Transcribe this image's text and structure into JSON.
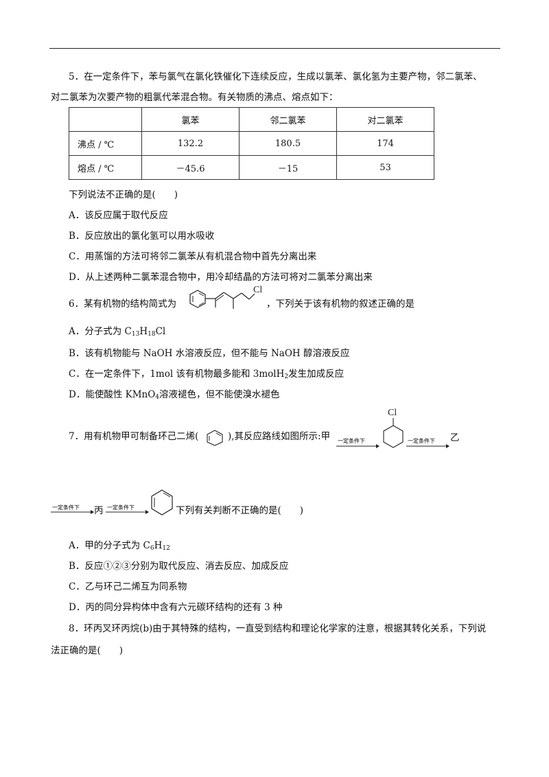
{
  "q5": {
    "stem_line1": "5．在一定条件下，苯与氯气在氯化铁催化下连续反应，生成以氯苯、氯化氢为主要产物，邻二氯苯、",
    "stem_line2": "对二氯苯为次要产物的粗氯代苯混合物。有关物质的沸点、熔点如下：",
    "table": {
      "headers": [
        "",
        "氯苯",
        "邻二氯苯",
        "对二氯苯"
      ],
      "rows": [
        [
          "沸点 / ℃",
          "132.2",
          "180.5",
          "174"
        ],
        [
          "熔点 / ℃",
          "－45.6",
          "－15",
          "53"
        ]
      ]
    },
    "question": "下列说法不正确的是(　　)",
    "options": [
      "A．该反应属于取代反应",
      "B．反应放出的氯化氢可以用水吸收",
      "C．用蒸馏的方法可将邻二氯苯从有机混合物中首先分离出来",
      "D．从上述两种二氯苯混合物中，用冷却结晶的方法可将对二氯苯分离出来"
    ]
  },
  "q6": {
    "stem_before": "6．某有机物的结构简式为",
    "stem_after": "，下列关于该有机物的叙述正确的是",
    "structure_label": "Cl",
    "optA_pre": "A．分子式为 C",
    "optA_s1": "13",
    "optA_mid1": "H",
    "optA_s2": "18",
    "optA_post": "Cl",
    "optB": "B．该有机物能与 NaOH 水溶液反应，但不能与 NaOH 醇溶液反应",
    "optC_pre": "C．在一定条件下，1mol 该有机物最多能和 3molH",
    "optC_sub": "2",
    "optC_post": "发生加成反应",
    "optD_pre": "D．能使酸性 KMnO",
    "optD_sub": "4",
    "optD_post": "溶液褪色，但不能使溴水褪色"
  },
  "q7": {
    "stem_before": "7．用有机物甲可制备环己二烯(",
    "stem_after": "),其反应路线如图所示:甲",
    "label_yi": "乙",
    "label_bing": "丙",
    "label_cl": "Cl",
    "condition": "一定条件下",
    "stem_tail": "下列有关判断不正确的是(　　)",
    "optA_pre": "A．甲的分子式为 C",
    "optA_s1": "6",
    "optA_mid": "H",
    "optA_s2": "12",
    "optB": "B．反应①②③分别为取代反应、消去反应、加成反应",
    "optC": "C．乙与环己二烯互为同系物",
    "optD": "D．丙的同分异构体中含有六元碳环结构的还有 3 种"
  },
  "q8": {
    "line1": "8．环丙叉环丙烷(b)由于其特殊的结构，一直受到结构和理论化学家的注意，根据其转化关系，下列说",
    "line2": "法正确的是(　　)"
  }
}
